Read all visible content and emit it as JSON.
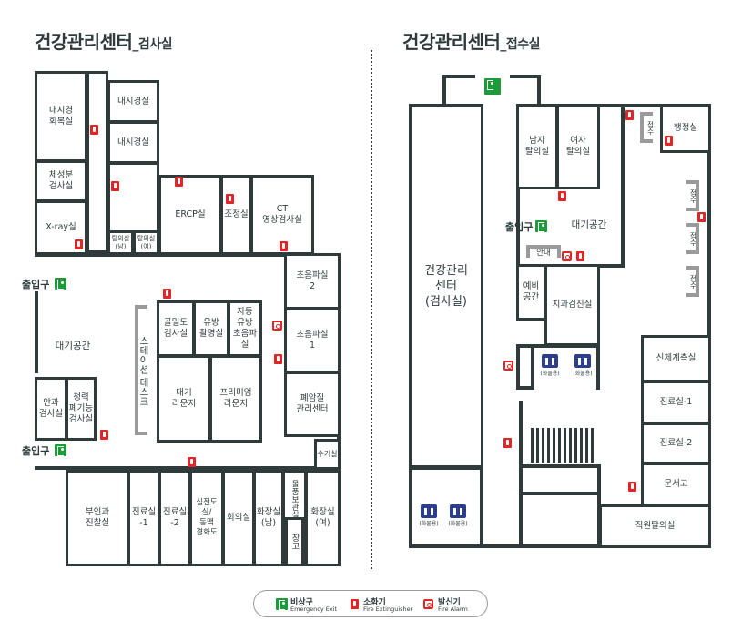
{
  "left_plan": {
    "title_main": "건강관리센터",
    "title_sub": "_검사실",
    "rooms": {
      "naesi_recovery": "내시경\n회복실",
      "naesi_1": "내시경실",
      "naesi_2": "내시경실",
      "body_comp": "체성분\n검사실",
      "xray": "X-ray실",
      "changing_m": "탈의실\n(남)",
      "changing_f": "탈의실\n(여)",
      "ercp": "ERCP실",
      "angio": "조정실",
      "ct": "CT\n영상검사실",
      "us2": "초음파실\n2",
      "us1": "초음파실\n1",
      "bone": "골밀도\n검사실",
      "mammo": "유방\n촬영실",
      "auto_breast": "자동\n유방\n초음파실",
      "station": "스테이션 데스크",
      "lounge": "대기\n라운지",
      "premium": "프리미엄\n라운지",
      "lung": "폐암질\n관리센터",
      "waiting": "대기공간",
      "eye": "안과\n검사실",
      "hearing": "청력\n폐기능\n검사실",
      "recovery_room": "수거실",
      "pro_consult": "부인과\n진찰실",
      "exam1": "진료실\n-1",
      "exam2": "진료실\n-2",
      "ecg": "심전도실/\n동맥\n경화도",
      "meeting": "회의실",
      "wc_m": "화장실\n(남)",
      "storage_lbl": "물품보관실",
      "storage": "창고",
      "wc_f": "화장실\n(여)"
    },
    "entrance_top": "출입구",
    "entrance_bottom": "출입구"
  },
  "right_plan": {
    "title_main": "건강관리센터",
    "title_sub": "_접수실",
    "rooms": {
      "center": "건강관리\n센터\n(검사실)",
      "changing_m": "남자\n탈의실",
      "changing_f": "여자\n탈의실",
      "waiting": "대기공간",
      "info": "안내",
      "reserve": "예비\n공간",
      "dental": "치과검진실",
      "admin": "행정실",
      "reception_1": "접수",
      "reception_2": "접수",
      "reception_3": "접수",
      "reception_4": "접수",
      "body_measure": "신체계측실",
      "exam1": "진료실-1",
      "exam2": "진료실-2",
      "docs": "문서고",
      "staff_changing": "직원탈의실",
      "elev_caption": "(화물용)"
    },
    "entrance": "출입구"
  },
  "legend": {
    "exit_ko": "비상구",
    "exit_en": "Emergency Exit",
    "ext_ko": "소화기",
    "ext_en": "Fire Extinguisher",
    "alarm_ko": "발신기",
    "alarm_en": "Fire Alarm"
  },
  "colors": {
    "wall": "#2f3b3b",
    "exit_sign": "#1d9a3a",
    "extinguisher": "#e02626",
    "elevator": "#2c3e8f",
    "desk_bracket": "#9a9a9a"
  }
}
